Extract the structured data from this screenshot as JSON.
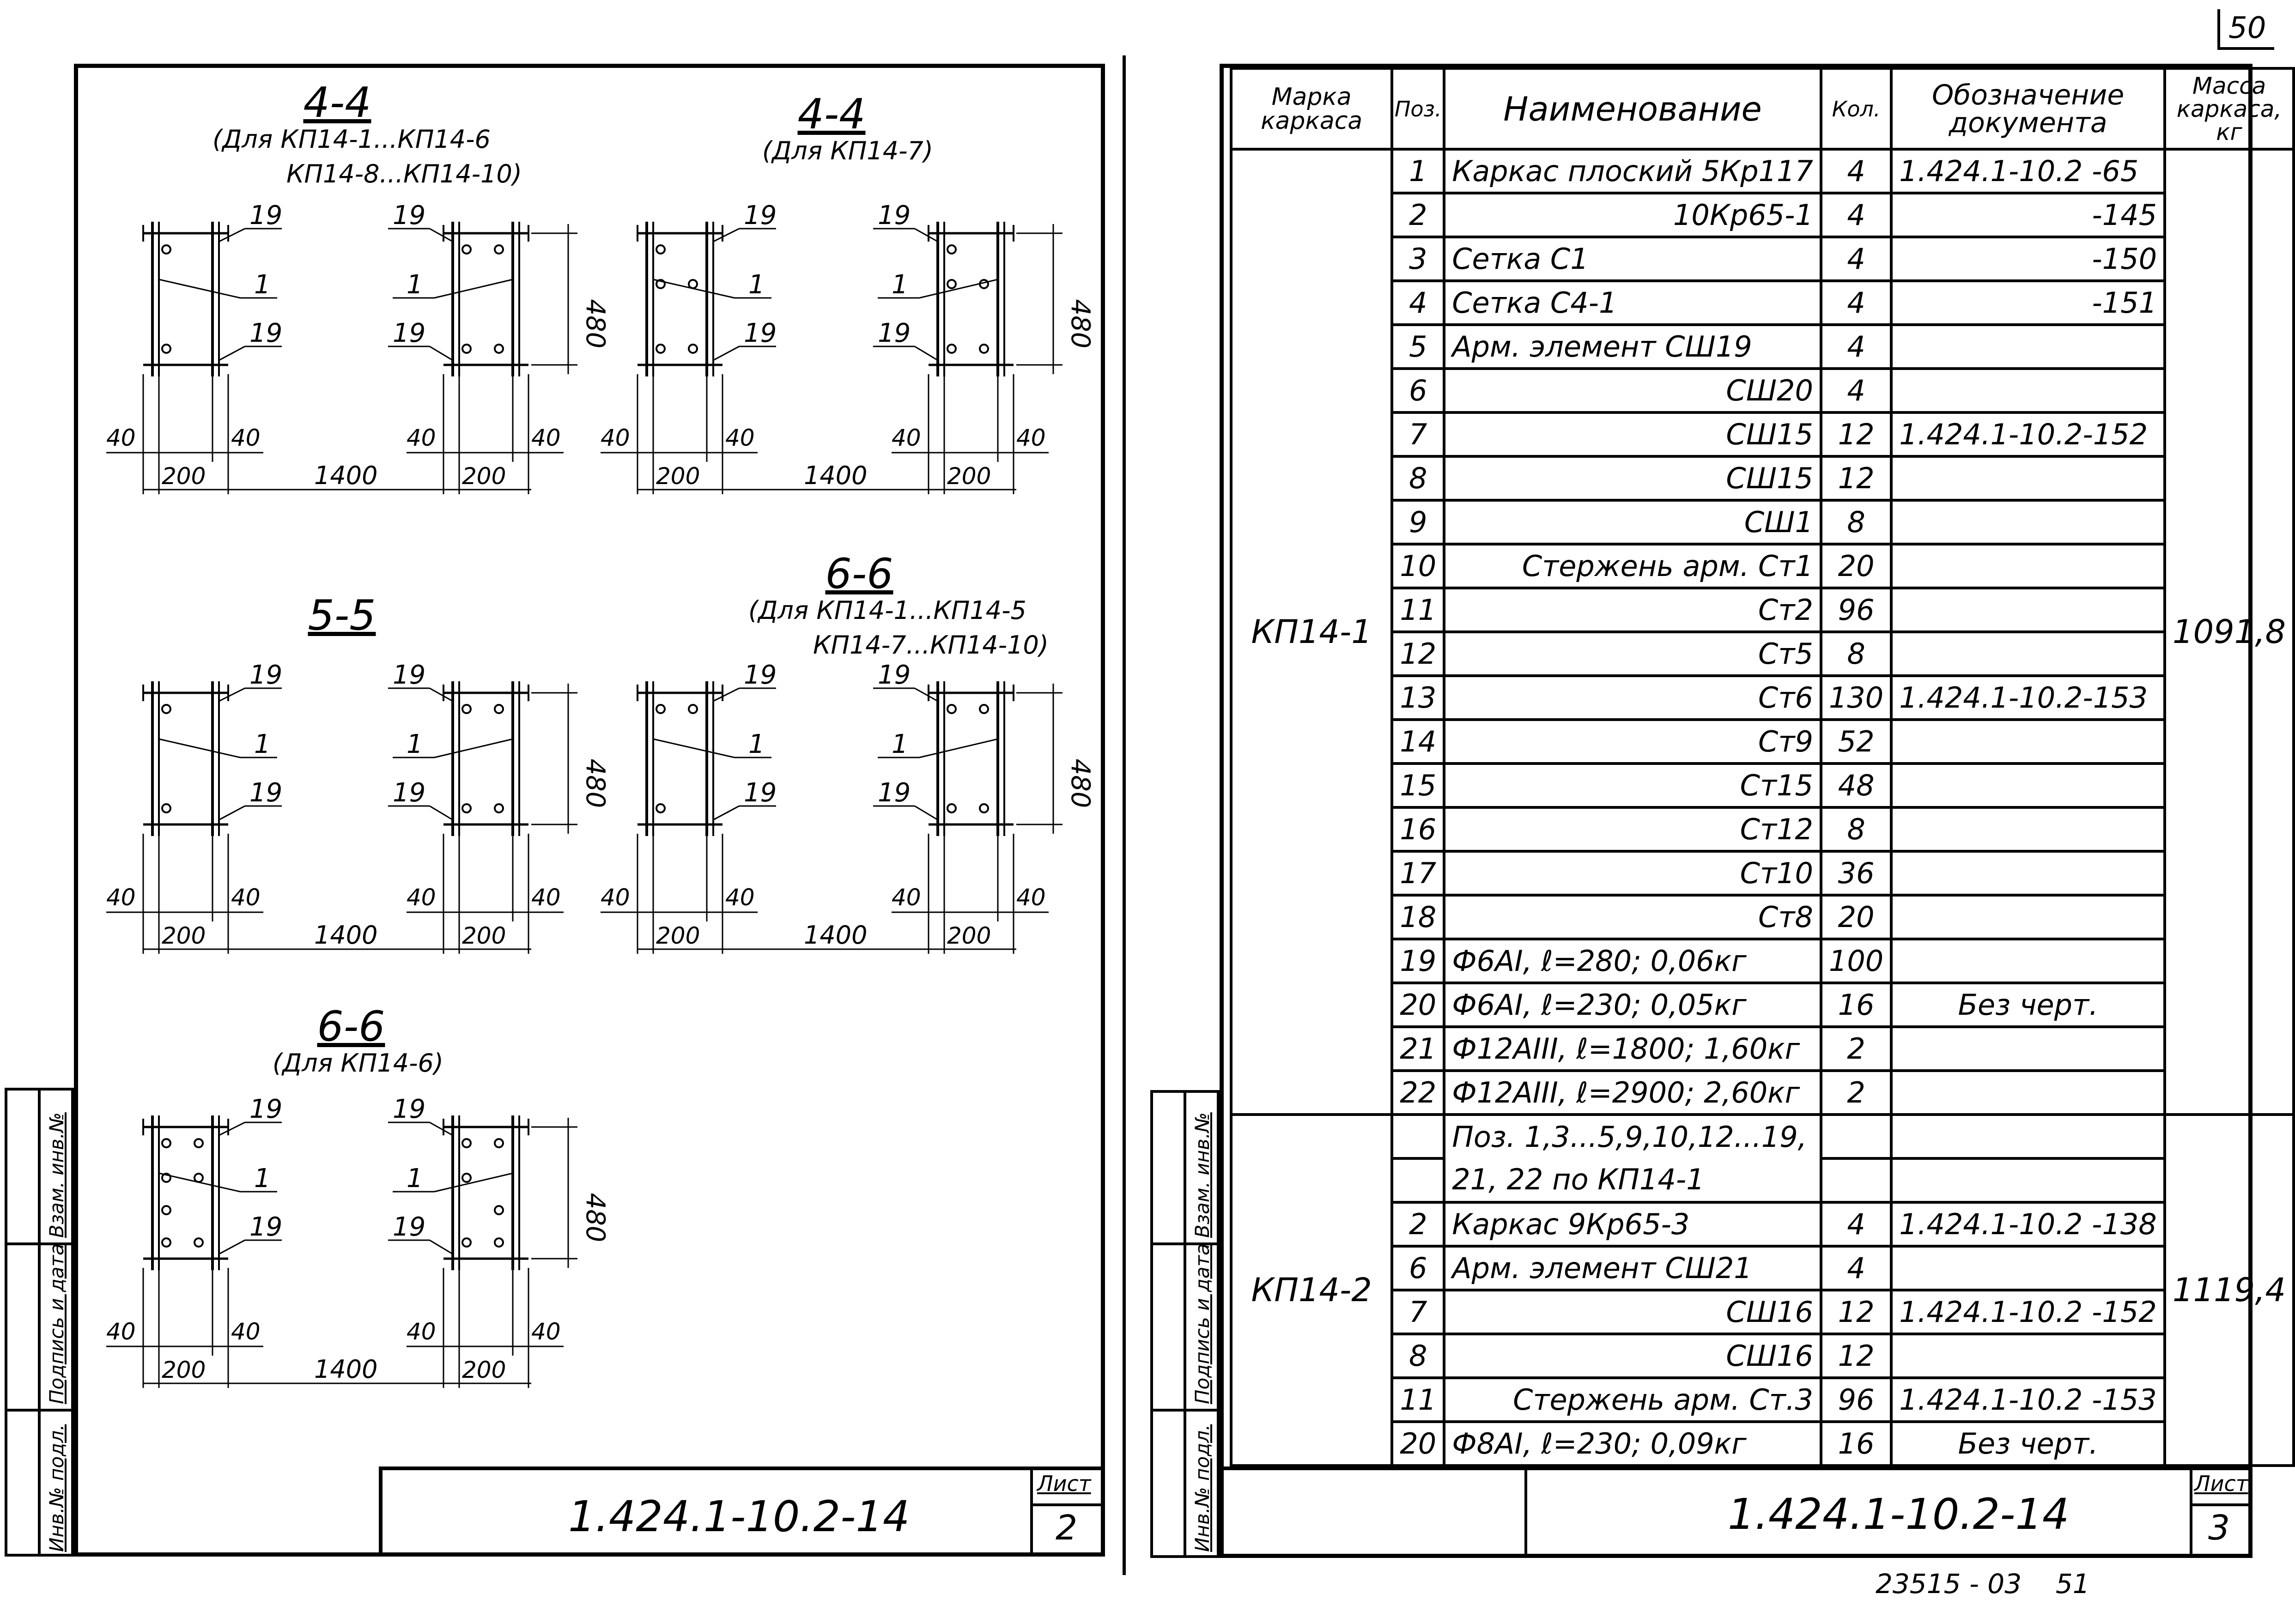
{
  "page_number_corner": "50",
  "bottom_code": "23515 - 03    51",
  "stamp_labels": [
    "Инв.№ подл.",
    "Подпись и дата",
    "Взам. инв.№"
  ],
  "left_sheet": {
    "doc_number": "1.424.1-10.2-14",
    "list_label": "Лист",
    "list_number": "2",
    "sections": [
      {
        "title": "4-4",
        "note_l1": "(Для КП14-1...КП14-6",
        "note_l2": "КП14-8...КП14-10)"
      },
      {
        "title": "4-4",
        "note_l1": "(Для КП14-7)"
      },
      {
        "title": "5-5"
      },
      {
        "title": "6-6",
        "note_l1": "(Для КП14-1...КП14-5",
        "note_l2": "КП14-7...КП14-10)"
      },
      {
        "title": "6-6",
        "note_l1": "(Для КП14-6)"
      }
    ],
    "dim_labels": {
      "d40": "40",
      "d200": "200",
      "d1400": "1400",
      "d480": "480",
      "p19": "19",
      "p1": "1"
    }
  },
  "right_sheet": {
    "doc_number": "1.424.1-10.2-14",
    "list_label": "Лист",
    "list_number": "3",
    "headers": {
      "mark": "Марка каркаса",
      "pos": "Поз.",
      "name": "Наименование",
      "qty": "Кол.",
      "doc": "Обозначение документа",
      "mass": "Масса каркаса, кг"
    },
    "groups": [
      {
        "mark": "КП14-1",
        "mass": "1091,8",
        "rows": [
          {
            "pos": "1",
            "name": "Каркас плоский 5Кр117",
            "qty": "4",
            "doc": "1.424.1-10.2 -65"
          },
          {
            "pos": "2",
            "name": "10Кр65-1",
            "qty": "4",
            "doc": "-145"
          },
          {
            "pos": "3",
            "name": "Сетка          С1",
            "qty": "4",
            "doc": "-150"
          },
          {
            "pos": "4",
            "name": "Сетка          С4-1",
            "qty": "4",
            "doc": "-151"
          },
          {
            "pos": "5",
            "name": "Арм. элемент  СШ19",
            "qty": "4",
            "doc": ""
          },
          {
            "pos": "6",
            "name": "СШ20",
            "qty": "4",
            "doc": ""
          },
          {
            "pos": "7",
            "name": "СШ15",
            "qty": "12",
            "doc": "1.424.1-10.2-152"
          },
          {
            "pos": "8",
            "name": "СШ15",
            "qty": "12",
            "doc": ""
          },
          {
            "pos": "9",
            "name": "СШ1",
            "qty": "8",
            "doc": ""
          },
          {
            "pos": "10",
            "name": "Стержень арм. Ст1",
            "qty": "20",
            "doc": ""
          },
          {
            "pos": "11",
            "name": "Ст2",
            "qty": "96",
            "doc": ""
          },
          {
            "pos": "12",
            "name": "Ст5",
            "qty": "8",
            "doc": ""
          },
          {
            "pos": "13",
            "name": "Ст6",
            "qty": "130",
            "doc": "1.424.1-10.2-153"
          },
          {
            "pos": "14",
            "name": "Ст9",
            "qty": "52",
            "doc": ""
          },
          {
            "pos": "15",
            "name": "Ст15",
            "qty": "48",
            "doc": ""
          },
          {
            "pos": "16",
            "name": "Ст12",
            "qty": "8",
            "doc": ""
          },
          {
            "pos": "17",
            "name": "Ст10",
            "qty": "36",
            "doc": ""
          },
          {
            "pos": "18",
            "name": "Ст8",
            "qty": "20",
            "doc": ""
          },
          {
            "pos": "19",
            "name": "Ф6АI, ℓ=280; 0,06кг",
            "qty": "100",
            "doc": ""
          },
          {
            "pos": "20",
            "name": "Ф6АI, ℓ=230; 0,05кг",
            "qty": "16",
            "doc": "Без черт."
          },
          {
            "pos": "21",
            "name": "Ф12АIII, ℓ=1800; 1,60кг",
            "qty": "2",
            "doc": ""
          },
          {
            "pos": "22",
            "name": "Ф12АIII, ℓ=2900; 2,60кг",
            "qty": "2",
            "doc": ""
          }
        ]
      },
      {
        "mark": "КП14-2",
        "mass": "1119,4",
        "note_l1": "Поз. 1,3...5,9,10,12...19,",
        "note_l2": "21, 22 по КП14-1",
        "rows": [
          {
            "pos": "2",
            "name": "Каркас       9Кр65-3",
            "qty": "4",
            "doc": "1.424.1-10.2 -138"
          },
          {
            "pos": "6",
            "name": "Арм. элемент  СШ21",
            "qty": "4",
            "doc": ""
          },
          {
            "pos": "7",
            "name": "СШ16",
            "qty": "12",
            "doc": "1.424.1-10.2 -152"
          },
          {
            "pos": "8",
            "name": "СШ16",
            "qty": "12",
            "doc": ""
          },
          {
            "pos": "11",
            "name": "Стержень арм. Ст.3",
            "qty": "96",
            "doc": "1.424.1-10.2 -153"
          },
          {
            "pos": "20",
            "name": "Ф8АI, ℓ=230; 0,09кг",
            "qty": "16",
            "doc": "Без черт."
          }
        ]
      }
    ]
  }
}
